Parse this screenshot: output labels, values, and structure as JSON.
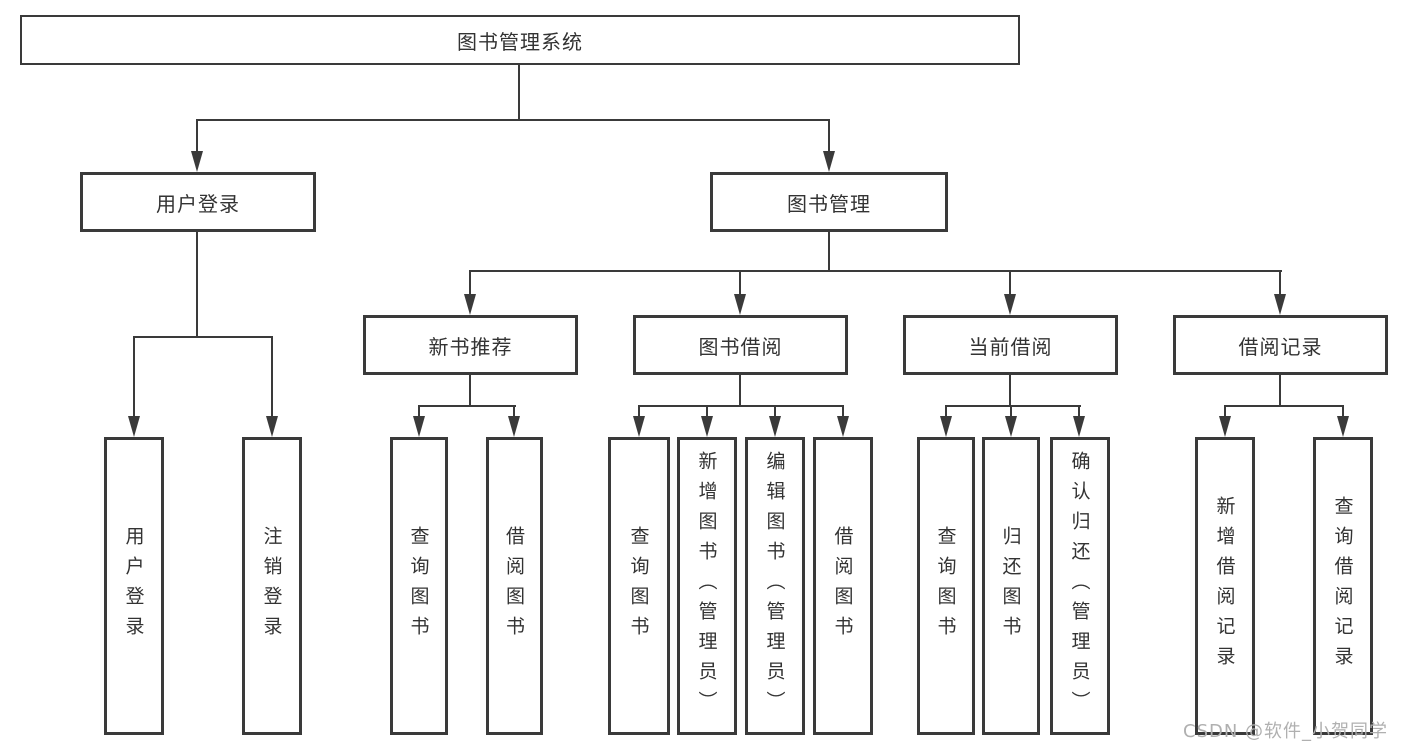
{
  "diagram": {
    "title": "图书管理系统",
    "root": {
      "label": "图书管理系统"
    },
    "branches": {
      "user_login": {
        "label": "用户登录",
        "children": {
          "login": "用户登录",
          "logout": "注销登录"
        }
      },
      "book_management": {
        "label": "图书管理",
        "groups": {
          "new_book_recommend": {
            "label": "新书推荐",
            "children": {
              "query_books": "查询图书",
              "borrow_books": "借阅图书"
            }
          },
          "book_borrowing": {
            "label": "图书借阅",
            "children": {
              "query_books": "查询图书",
              "add_books_admin": "新增图书（管理员）",
              "edit_books_admin": "编辑图书（管理员）",
              "borrow_books": "借阅图书"
            }
          },
          "current_borrowing": {
            "label": "当前借阅",
            "children": {
              "query_books": "查询图书",
              "return_books": "归还图书",
              "confirm_return_admin": "确认归还（管理员）"
            }
          },
          "borrowing_records": {
            "label": "借阅记录",
            "children": {
              "add_record": "新增借阅记录",
              "query_record": "查询借阅记录"
            }
          }
        }
      }
    },
    "colors": {
      "line": "#3a3a3a",
      "text": "#333333",
      "background": "#ffffff",
      "watermark": "#b0b0b0"
    },
    "watermark": "CSDN @软件_小贺同学"
  }
}
